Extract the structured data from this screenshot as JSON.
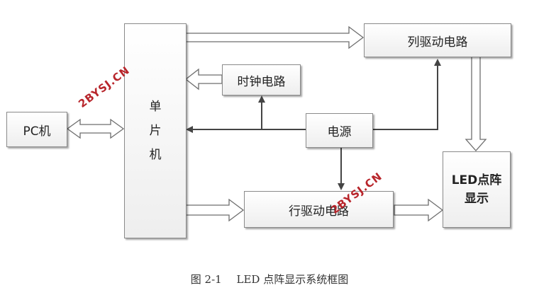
{
  "blocks": {
    "pc": "PC机",
    "mcu": [
      "单",
      "片",
      "机"
    ],
    "clock": "时钟电路",
    "power": "电源",
    "col_driver": "列驱动电路",
    "row_driver": "行驱动电路",
    "led_display": [
      "LED点阵",
      "显示"
    ]
  },
  "caption": {
    "figure_no": "图 2-1",
    "title": "LED 点阵显示系统框图"
  },
  "watermark": "2BYSJ.CN",
  "colors": {
    "box_border": "#8a8a8a",
    "wire": "#444444",
    "hollow_arrow": "#6e6e6e",
    "watermark": "#b8252b"
  }
}
